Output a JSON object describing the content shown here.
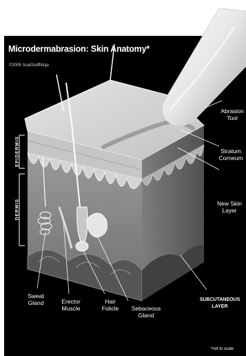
{
  "title": "Microdermabrasion: Skin Anatomy*",
  "copyright": "©2005 ScarStuffNinja",
  "layers": {
    "epidermis": "EPIDERMIS",
    "dermis": "DERMIS"
  },
  "labels": {
    "abrasion_tool": "Abrasion\nTool",
    "stratum_corneum": "Stratum\nCorneum",
    "new_skin_layer": "New Skin\nLayer",
    "subcutaneous_layer": "SUBCUTANEOUS\nLAYER",
    "sweat_gland": "Sweat\nGland",
    "erector_muscle": "Erector\nMuscle",
    "hair_follicle": "Hair\nFolicle",
    "sebaceous_gland": "Sebaceous\nGland"
  },
  "footnote": "*not to scale",
  "colors": {
    "background": "#000000",
    "outer_page": "#ffffff",
    "text": "#ffffff",
    "skin_top": "#d9d9d9",
    "epidermis": "#bdbdbd",
    "dermis": "#8c8c8c",
    "subcutaneous": "#5a5a5a"
  }
}
